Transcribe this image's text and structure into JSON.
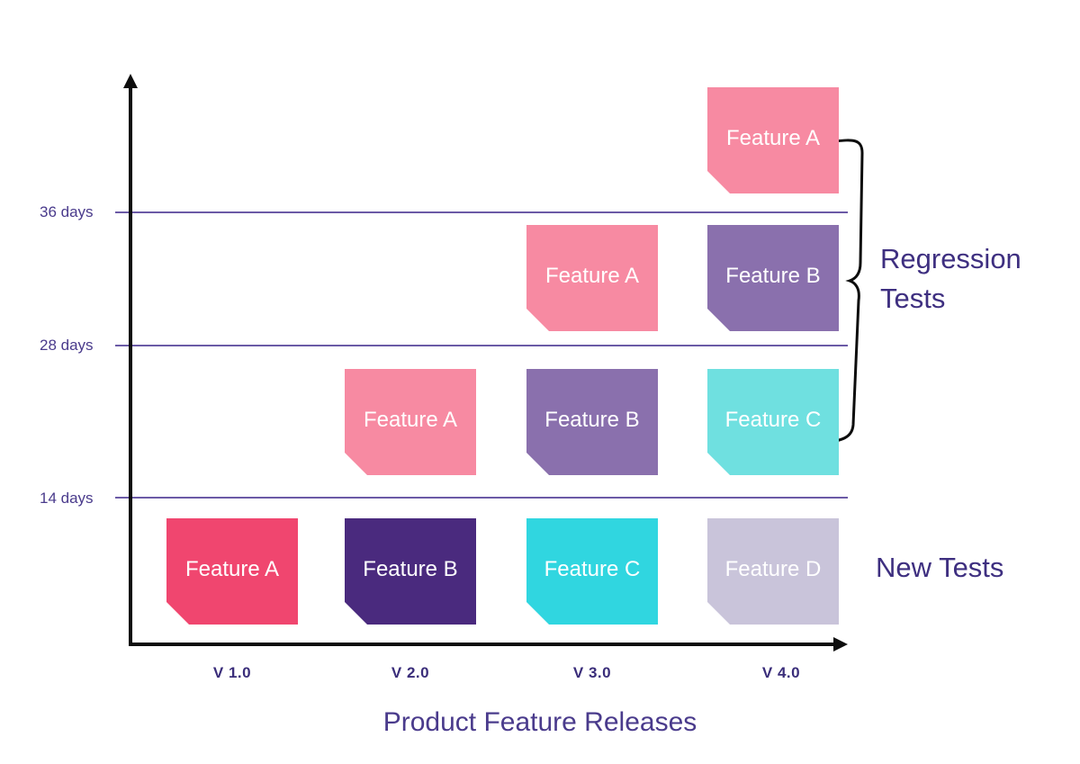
{
  "y_axis": {
    "ticks": [
      {
        "label": "36 days"
      },
      {
        "label": "28 days"
      },
      {
        "label": "14 days"
      }
    ]
  },
  "x_axis": {
    "title": "Product Feature Releases",
    "categories": [
      "V 1.0",
      "V 2.0",
      "V 3.0",
      "V 4.0"
    ]
  },
  "colors": {
    "pink": "#f78aa2",
    "hot_pink": "#f0466f",
    "light_purple": "#8a70ad",
    "dark_purple": "#4a2a7e",
    "light_teal": "#6fe0e0",
    "teal": "#30d6e0",
    "lavender": "#c9c4da"
  },
  "cards": [
    {
      "label": "Feature A",
      "release": "V 1.0",
      "row": 0,
      "color": "#f0466f"
    },
    {
      "label": "Feature A",
      "release": "V 2.0",
      "row": 1,
      "color": "#f78aa2"
    },
    {
      "label": "Feature B",
      "release": "V 2.0",
      "row": 0,
      "color": "#4a2a7e"
    },
    {
      "label": "Feature A",
      "release": "V 3.0",
      "row": 2,
      "color": "#f78aa2"
    },
    {
      "label": "Feature B",
      "release": "V 3.0",
      "row": 1,
      "color": "#8a70ad"
    },
    {
      "label": "Feature C",
      "release": "V 3.0",
      "row": 0,
      "color": "#30d6e0"
    },
    {
      "label": "Feature A",
      "release": "V 4.0",
      "row": 3,
      "color": "#f78aa2"
    },
    {
      "label": "Feature B",
      "release": "V 4.0",
      "row": 2,
      "color": "#8a70ad"
    },
    {
      "label": "Feature C",
      "release": "V 4.0",
      "row": 1,
      "color": "#6fe0e0"
    },
    {
      "label": "Feature D",
      "release": "V 4.0",
      "row": 0,
      "color": "#c9c4da"
    }
  ],
  "annotations": {
    "regression_line1": "Regression",
    "regression_line2": "Tests",
    "new_tests": "New Tests"
  }
}
